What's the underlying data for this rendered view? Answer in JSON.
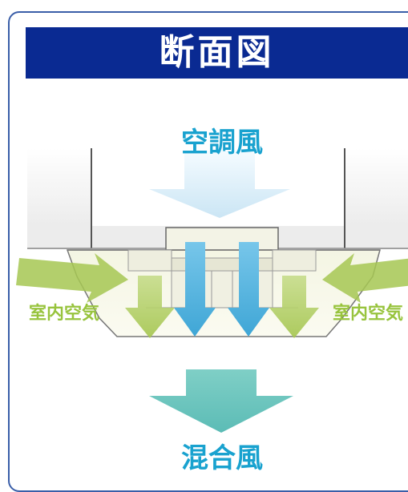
{
  "title": "断面図",
  "labels": {
    "conditioned_air": "空調風",
    "room_air_left": "室内空気",
    "room_air_right": "室内空気",
    "mixed_air": "混合風"
  },
  "colors": {
    "title_bg": "#0a2a92",
    "frame_border": "#3a5ea8",
    "conditioned_air_text": "#19a2cf",
    "room_air_text": "#98c43e",
    "mixed_air_text": "#2aa88f",
    "arrow_blue": "#4fb2dc",
    "arrow_green": "#a6c752",
    "arrow_teal": "#6ec6c0",
    "arrow_pale_blue": "#cfe8f6"
  }
}
